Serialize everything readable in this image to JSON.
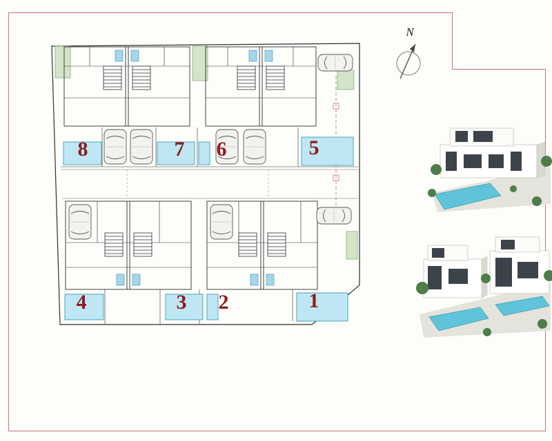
{
  "page": {
    "background": "#fdfdfa",
    "description": "Architectural site plan with 8 numbered villa units, north compass arrow and two 3D villa renders"
  },
  "frame": {
    "stroke": "#c77472"
  },
  "plan": {
    "outline_stroke": "#2e2e2e",
    "pool_fill": "#bfe7f3",
    "pool_stroke": "#4aa3c0",
    "green_fill": "#d2e5c9",
    "green_stroke": "#8aad7f",
    "fixture_fill": "#a5d6ea",
    "car_fill": "#f2f2ef",
    "number_color": "#8e1b1b",
    "red_boundary": "#c77472"
  },
  "compass": {
    "label": "N"
  },
  "units": [
    {
      "number": "1"
    },
    {
      "number": "2"
    },
    {
      "number": "3"
    },
    {
      "number": "4"
    },
    {
      "number": "5"
    },
    {
      "number": "6"
    },
    {
      "number": "7"
    },
    {
      "number": "8"
    }
  ],
  "renders": {
    "ground": "#e4e3dc",
    "villa_white": "#ffffff",
    "villa_shade": "#d9d9d3",
    "window_dark": "#3c434b",
    "pool_water": "#5fc4da",
    "foliage": "#4e7d49"
  }
}
